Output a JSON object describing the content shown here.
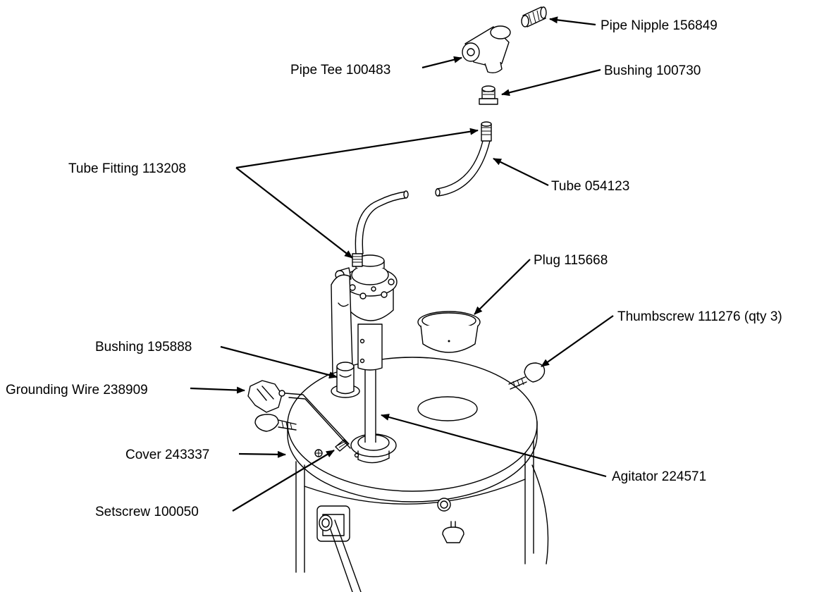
{
  "labels": {
    "pipe_nipple": "Pipe Nipple 156849",
    "pipe_tee": "Pipe Tee 100483",
    "bushing_100730": "Bushing 100730",
    "tube_fitting": "Tube Fitting 113208",
    "tube": "Tube 054123",
    "plug": "Plug 115668",
    "thumbscrew": "Thumbscrew 111276 (qty 3)",
    "bushing_195888": "Bushing 195888",
    "grounding_wire": "Grounding Wire 238909",
    "cover": "Cover 243337",
    "agitator": "Agitator 224571",
    "setscrew": "Setscrew 100050"
  }
}
